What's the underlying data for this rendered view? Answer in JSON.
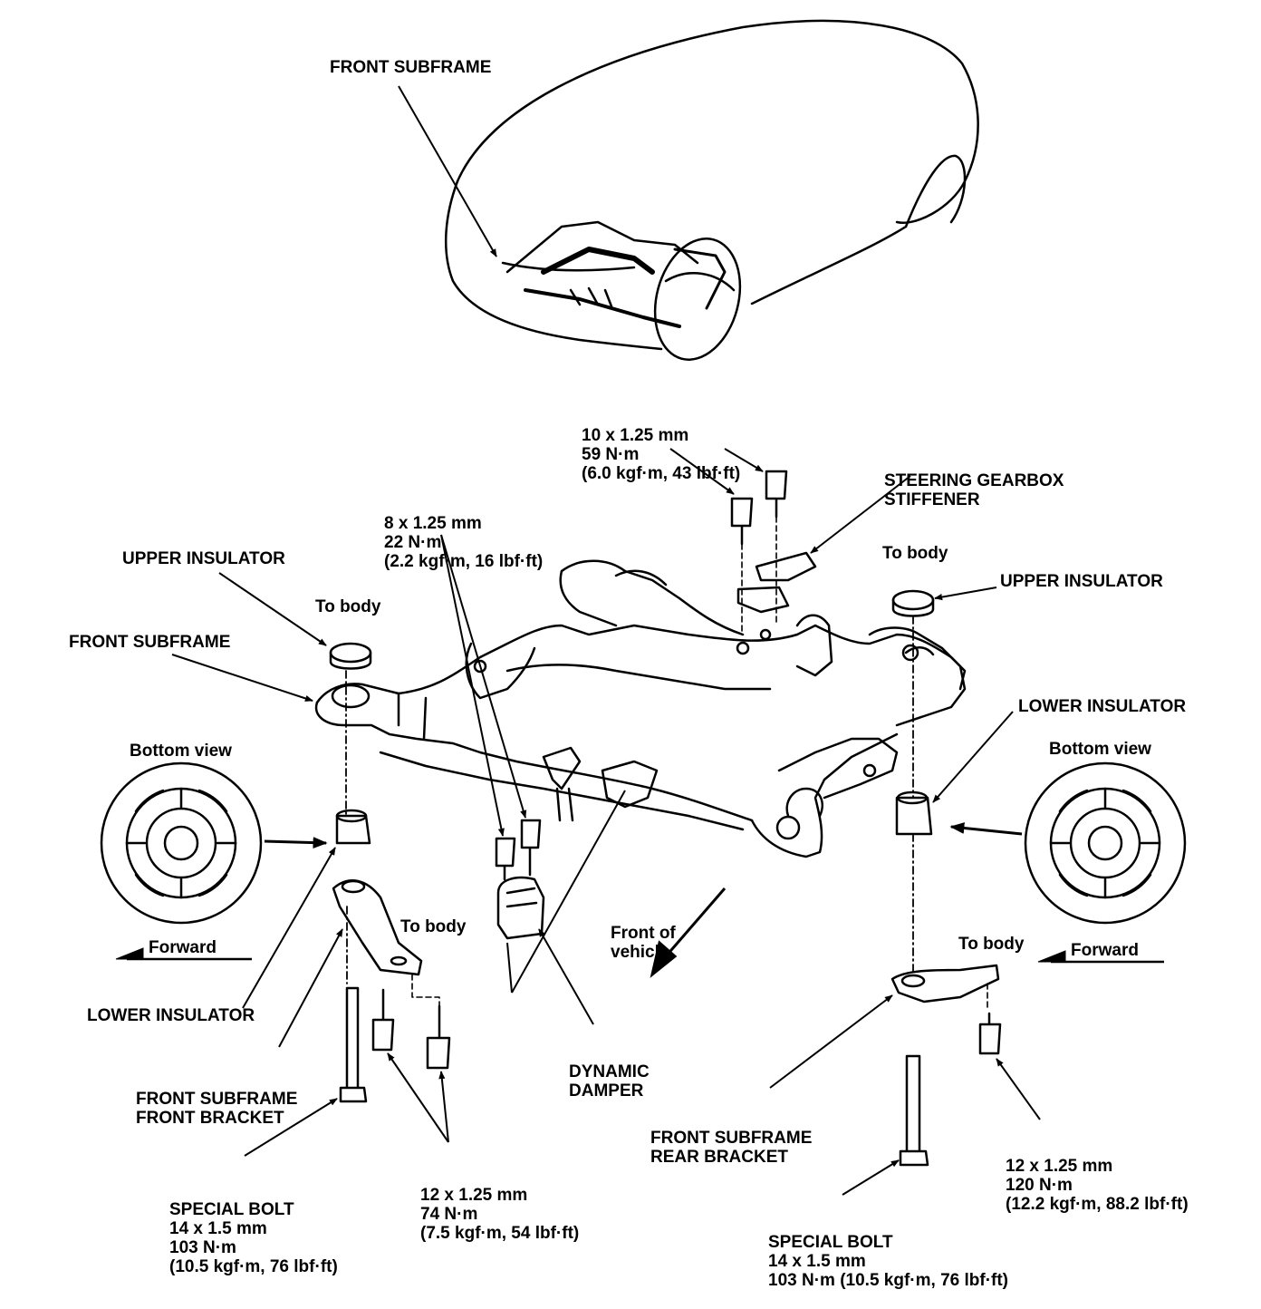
{
  "labels": {
    "front_subframe_top": "FRONT SUBFRAME",
    "bolt_10": [
      "10 x 1.25 mm",
      "59 N·m",
      "(6.0 kgf·m, 43 lbf·ft)"
    ],
    "steering_stiffener": [
      "STEERING GEARBOX",
      "STIFFENER"
    ],
    "bolt_8": [
      "8 x 1.25 mm",
      "22 N·m",
      "(2.2 kgf·m, 16 lbf·ft)"
    ],
    "upper_insulator_left": "UPPER INSULATOR",
    "to_body_left_upper": "To body",
    "to_body_right_upper": "To body",
    "upper_insulator_right": "UPPER INSULATOR",
    "front_subframe_left": "FRONT SUBFRAME",
    "lower_insulator_right": "LOWER INSULATOR",
    "bottom_view_left": "Bottom view",
    "bottom_view_right": "Bottom view",
    "front_of_vehicle": [
      "Front of",
      "vehicle"
    ],
    "to_body_left_lower": "To body",
    "to_body_right_lower": "To body",
    "forward_left": "Forward",
    "forward_right": "Forward",
    "lower_insulator_left": "LOWER INSULATOR",
    "dynamic_damper": [
      "DYNAMIC",
      "DAMPER"
    ],
    "front_bracket": [
      "FRONT SUBFRAME",
      "FRONT BRACKET"
    ],
    "rear_bracket": [
      "FRONT SUBFRAME",
      "REAR BRACKET"
    ],
    "bolt_12_120": [
      "12 x 1.25 mm",
      "120 N·m",
      "(12.2 kgf·m, 88.2 lbf·ft)"
    ],
    "bolt_12_74": [
      "12 x 1.25 mm",
      "74 N·m",
      "(7.5 kgf·m, 54 lbf·ft)"
    ],
    "special_bolt_left": [
      "SPECIAL BOLT",
      "14 x 1.5 mm",
      "103 N·m",
      "(10.5 kgf·m, 76 lbf·ft)"
    ],
    "special_bolt_right": [
      "SPECIAL BOLT",
      "14 x 1.5 mm",
      "103 N·m (10.5 kgf·m, 76 lbf·ft)"
    ]
  },
  "colors": {
    "ink": "#000000",
    "paper": "#ffffff"
  }
}
